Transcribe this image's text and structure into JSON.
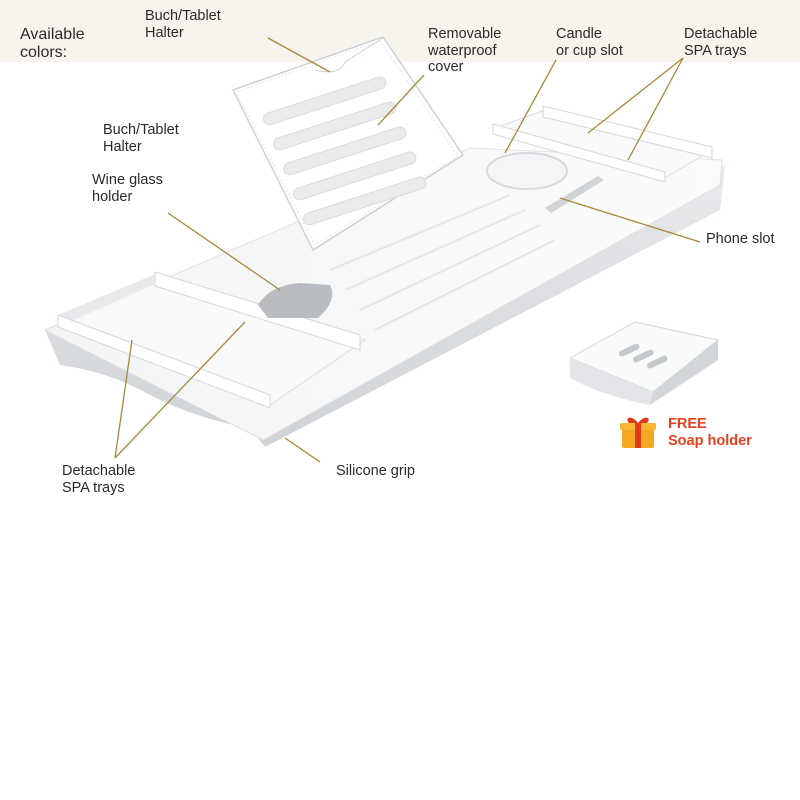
{
  "header": {
    "available_colors": "Available\ncolors:"
  },
  "callouts": {
    "holder_top": "Buch/Tablet\nHalter",
    "removable_cover": "Removable\nwaterproof\ncover",
    "candle_slot": "Candle\nor cup slot",
    "spa_trays_top": "Detachable\nSPA trays",
    "holder_mid": "Buch/Tablet\nHalter",
    "wine_glass": "Wine glass\nholder",
    "phone_slot": "Phone slot",
    "spa_trays_bottom": "Detachable\nSPA trays",
    "silicone_grip": "Silicone grip"
  },
  "promo": {
    "free_label": "FREE\nSoap holder"
  },
  "colors": {
    "leader_line": "#a8893a",
    "tray_white": "#ffffff",
    "tray_shade": "#d9dcdf",
    "promo_accent": "#e8401c",
    "gift_box": "#f5a623",
    "gift_ribbon": "#e03a1e"
  },
  "icons": {
    "gift": "gift-box-icon"
  }
}
